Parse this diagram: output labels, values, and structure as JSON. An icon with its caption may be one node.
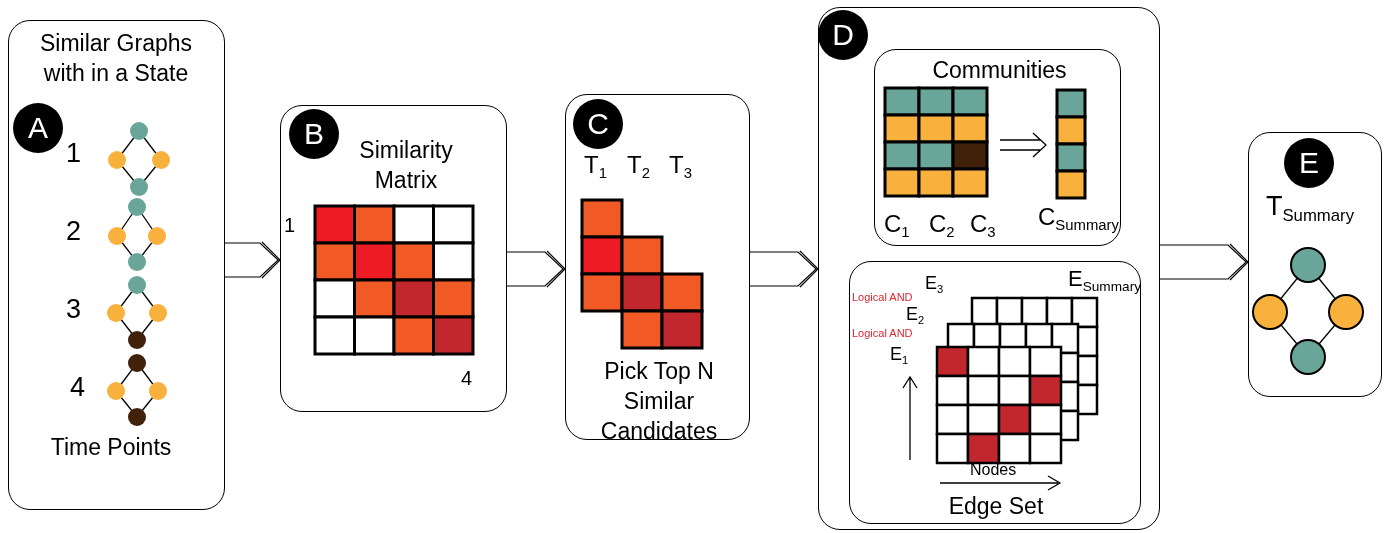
{
  "diagram": {
    "nodes": [
      {
        "text": [
          "Similar Graphs with in a State",
          "Time Points"
        ]
      },
      {
        "text": [
          "A"
        ],
        "in": 0
      },
      {
        "text": [
          "Similarity Matrix"
        ]
      },
      {
        "text": [
          "B"
        ],
        "in": 2
      },
      {
        "text": [
          "Pick Top N Similar Candidates"
        ]
      },
      {
        "text": [
          "C"
        ],
        "in": 4
      },
      {
        "text": [],
        "shape": "box"
      },
      {
        "text": [
          "D"
        ],
        "in": 6
      },
      {
        "text": [
          "Communities"
        ],
        "in": 6
      },
      {
        "text": [
          "Edge Set"
        ],
        "in": 6
      },
      {
        "text": [
          "T$_{Summary}$"
        ]
      },
      {
        "text": [
          "E"
        ],
        "in": 10
      }
    ],
    "edges": [
      {
        "from": 0,
        "to": 2,
        "arrow": "to"
      },
      {
        "from": 2,
        "to": 4,
        "arrow": "to"
      },
      {
        "from": 4,
        "to": 6,
        "arrow": "to"
      },
      {
        "from": 6,
        "to": 10,
        "arrow": "to"
      }
    ],
    "labels": [
      "1",
      "2",
      "3",
      "4",
      "1",
      "4",
      "T$_{1}$",
      "T$_{2}$",
      "T$_{3}$",
      "C$_{1}$",
      "C$_{2}$",
      "C$_{3}$",
      "C$_{Summary}$",
      "E$_{3}$",
      "E$_{Summary}$",
      "Logical AND",
      "E$_{2}$",
      "Logical AND",
      "E$_{1}$",
      "Nodes"
    ]
  }
}
